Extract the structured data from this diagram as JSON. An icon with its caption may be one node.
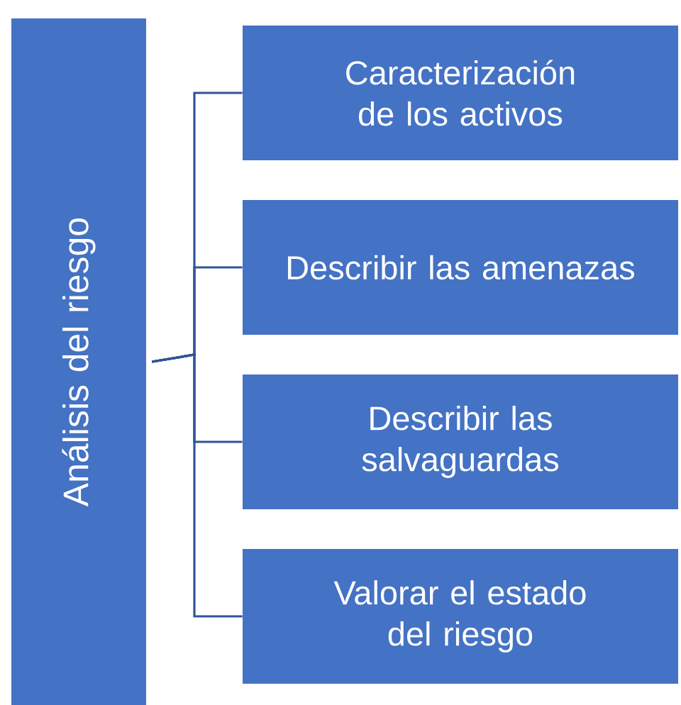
{
  "diagram": {
    "nodes": [
      {
        "text": [
          "Análisis del riesgo"
        ]
      },
      {
        "text": [
          "Caracterización de los activos"
        ]
      },
      {
        "text": [
          "Describir las amenazas"
        ]
      },
      {
        "text": [
          "Describir las salvaguardas"
        ]
      },
      {
        "text": [
          "Valorar el estado del riesgo"
        ]
      }
    ],
    "edges": [
      {
        "from": 0,
        "to": 1,
        "arrow": "none"
      },
      {
        "from": 0,
        "to": 2,
        "arrow": "none"
      },
      {
        "from": 0,
        "to": 3,
        "arrow": "none"
      },
      {
        "from": 0,
        "to": 4,
        "arrow": "none"
      }
    ]
  }
}
